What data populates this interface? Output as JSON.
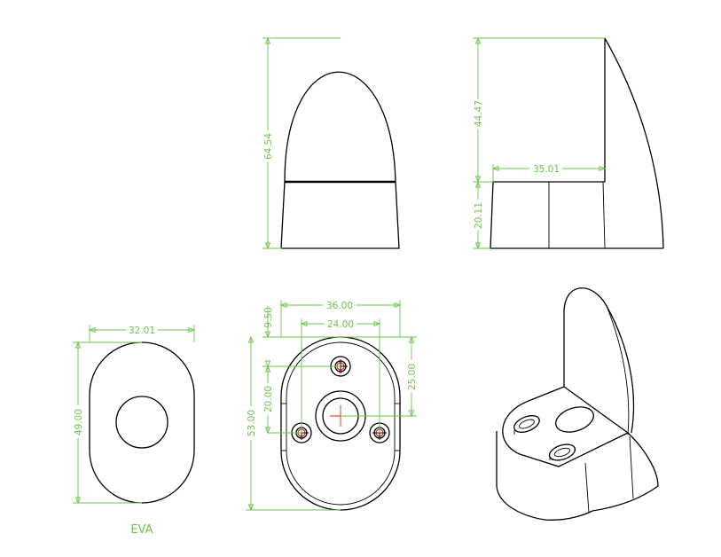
{
  "colors": {
    "dimension": "#6cc24a",
    "outline": "#000000",
    "center_mark": "#e2231a",
    "background": "#ffffff"
  },
  "front_view": {
    "height_total": "64.54"
  },
  "side_view": {
    "upper_height": "44.47",
    "lower_height": "20.11",
    "depth": "35.01"
  },
  "pad_view": {
    "width": "32.01",
    "height": "49.00",
    "material": "EVA"
  },
  "bottom_view": {
    "width_outer": "36.00",
    "hole_spacing_x": "24.00",
    "top_offset": "9.50",
    "height_total": "53.00",
    "hole_spacing_y": "20.00",
    "inner_height": "25.00"
  }
}
